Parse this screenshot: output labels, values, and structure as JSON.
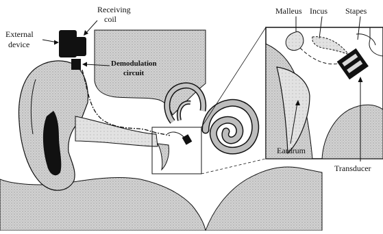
{
  "figure": {
    "colors": {
      "tissue": "#c9c9c9",
      "tissue_dark": "#a9a9a9",
      "line": "#111111",
      "black": "#000000",
      "background": "#ffffff"
    },
    "labels": {
      "external_device": [
        "External",
        "device"
      ],
      "receiving_coil": [
        "Receiving",
        "coil"
      ],
      "demodulation_circuit": [
        "Demodulation",
        "circuit"
      ],
      "malleus": "Malleus",
      "incus": "Incus",
      "stapes": "Stapes",
      "eardrum": "Eardrum",
      "transducer": "Transducer"
    }
  }
}
